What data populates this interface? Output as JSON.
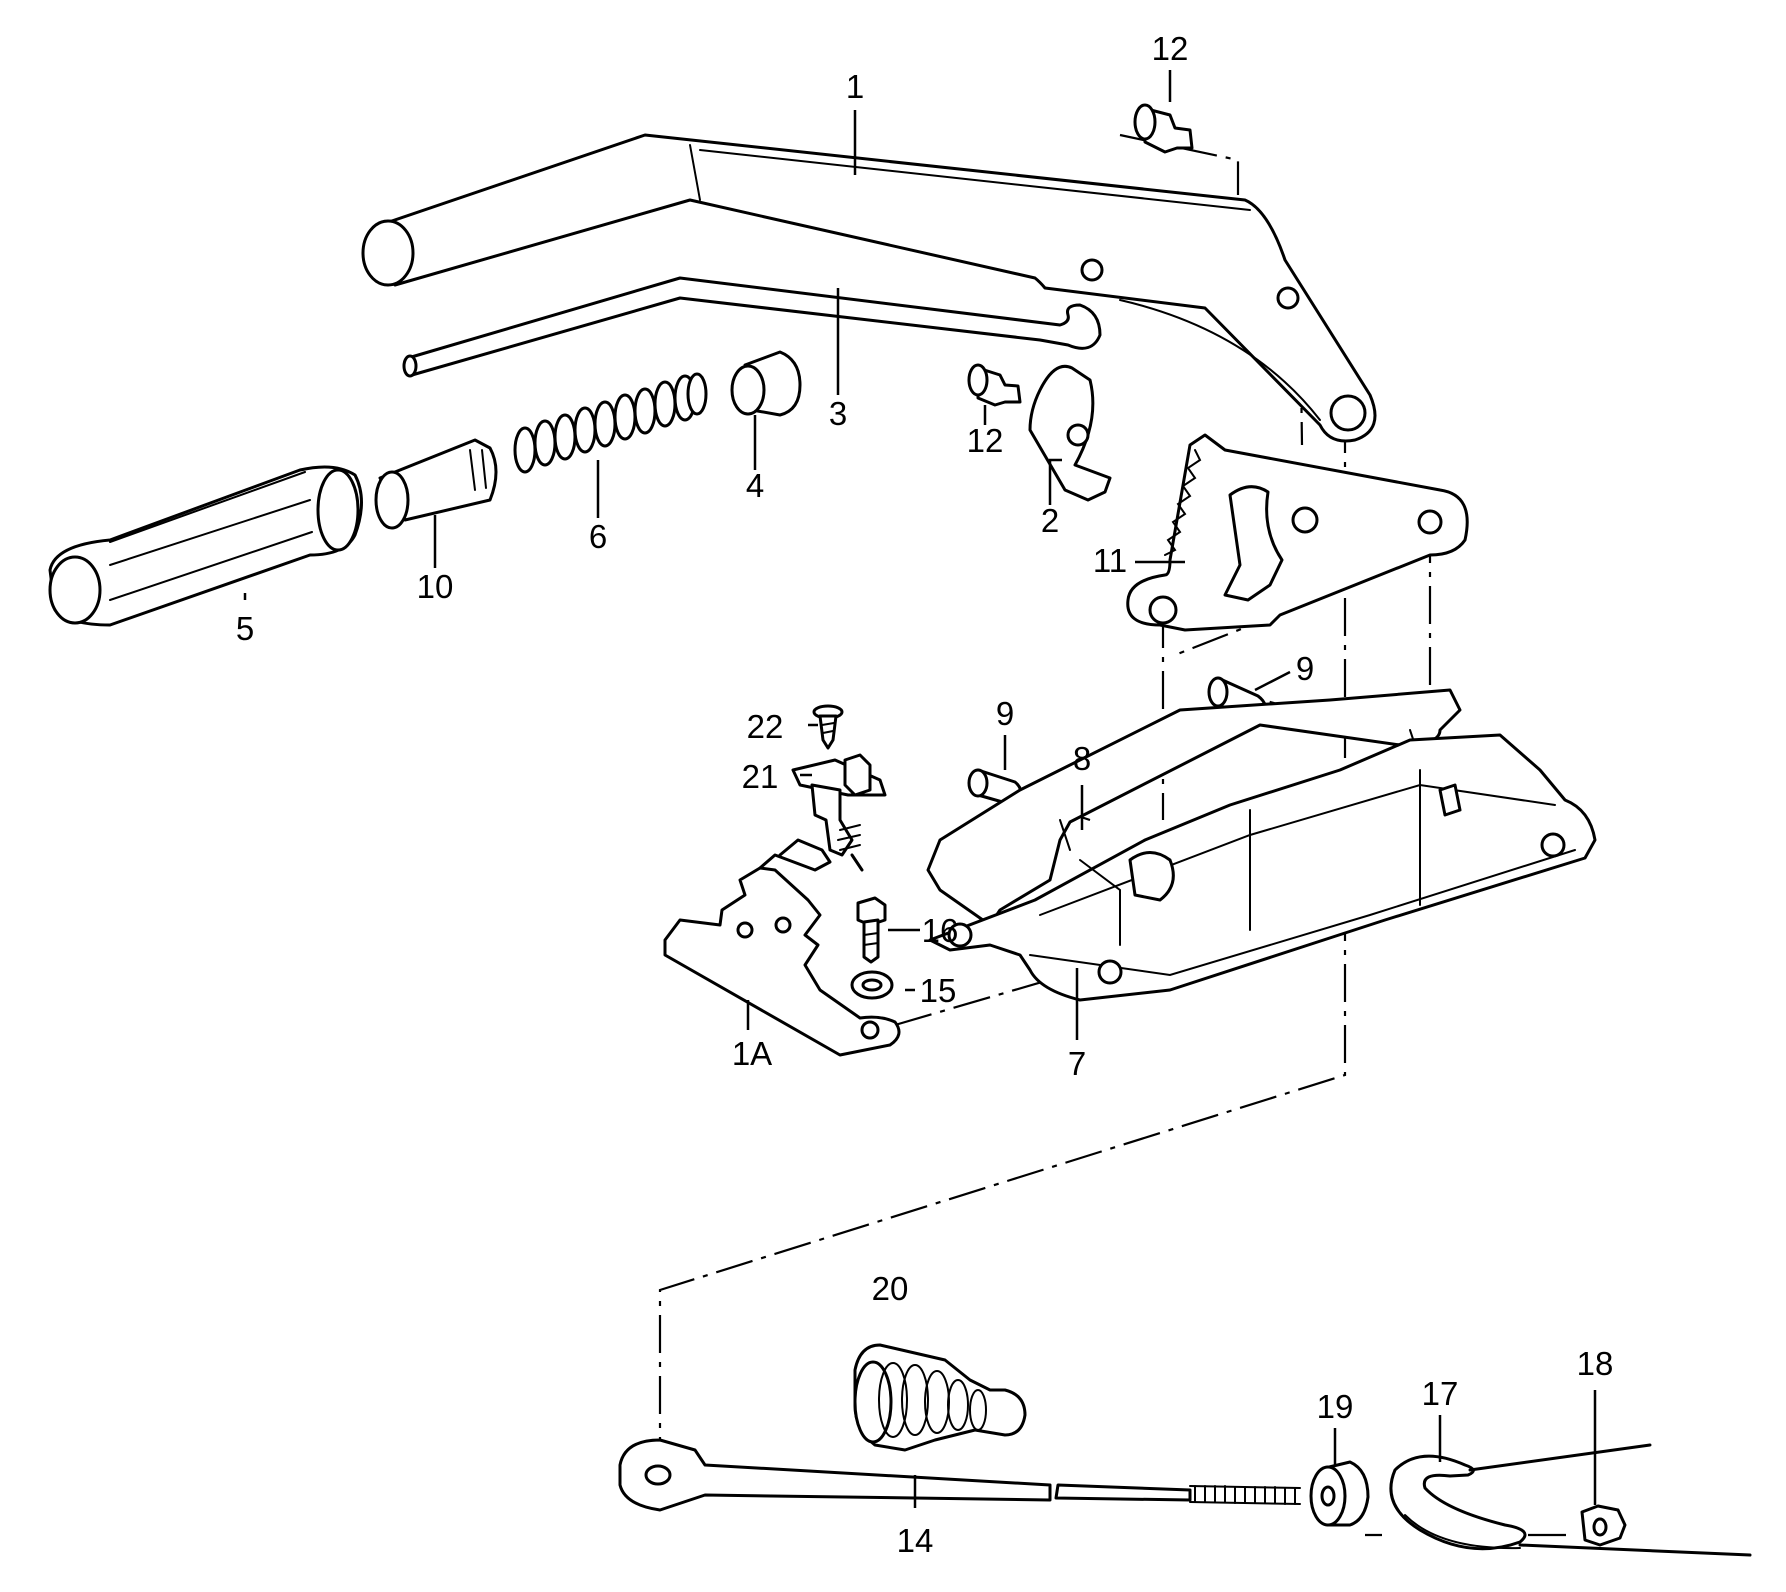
{
  "labels": {
    "p1": "1",
    "p1a": "1A",
    "p2": "2",
    "p3": "3",
    "p4": "4",
    "p5": "5",
    "p6": "6",
    "p7": "7",
    "p8": "8",
    "p9a": "9",
    "p9b": "9",
    "p10": "10",
    "p11": "11",
    "p12a": "12",
    "p12b": "12",
    "p14": "14",
    "p15": "15",
    "p16": "16",
    "p17": "17",
    "p18": "18",
    "p19": "19",
    "p20": "20",
    "p21": "21",
    "p22": "22"
  },
  "colors": {
    "ink": "#000000",
    "paper": "#ffffff"
  }
}
